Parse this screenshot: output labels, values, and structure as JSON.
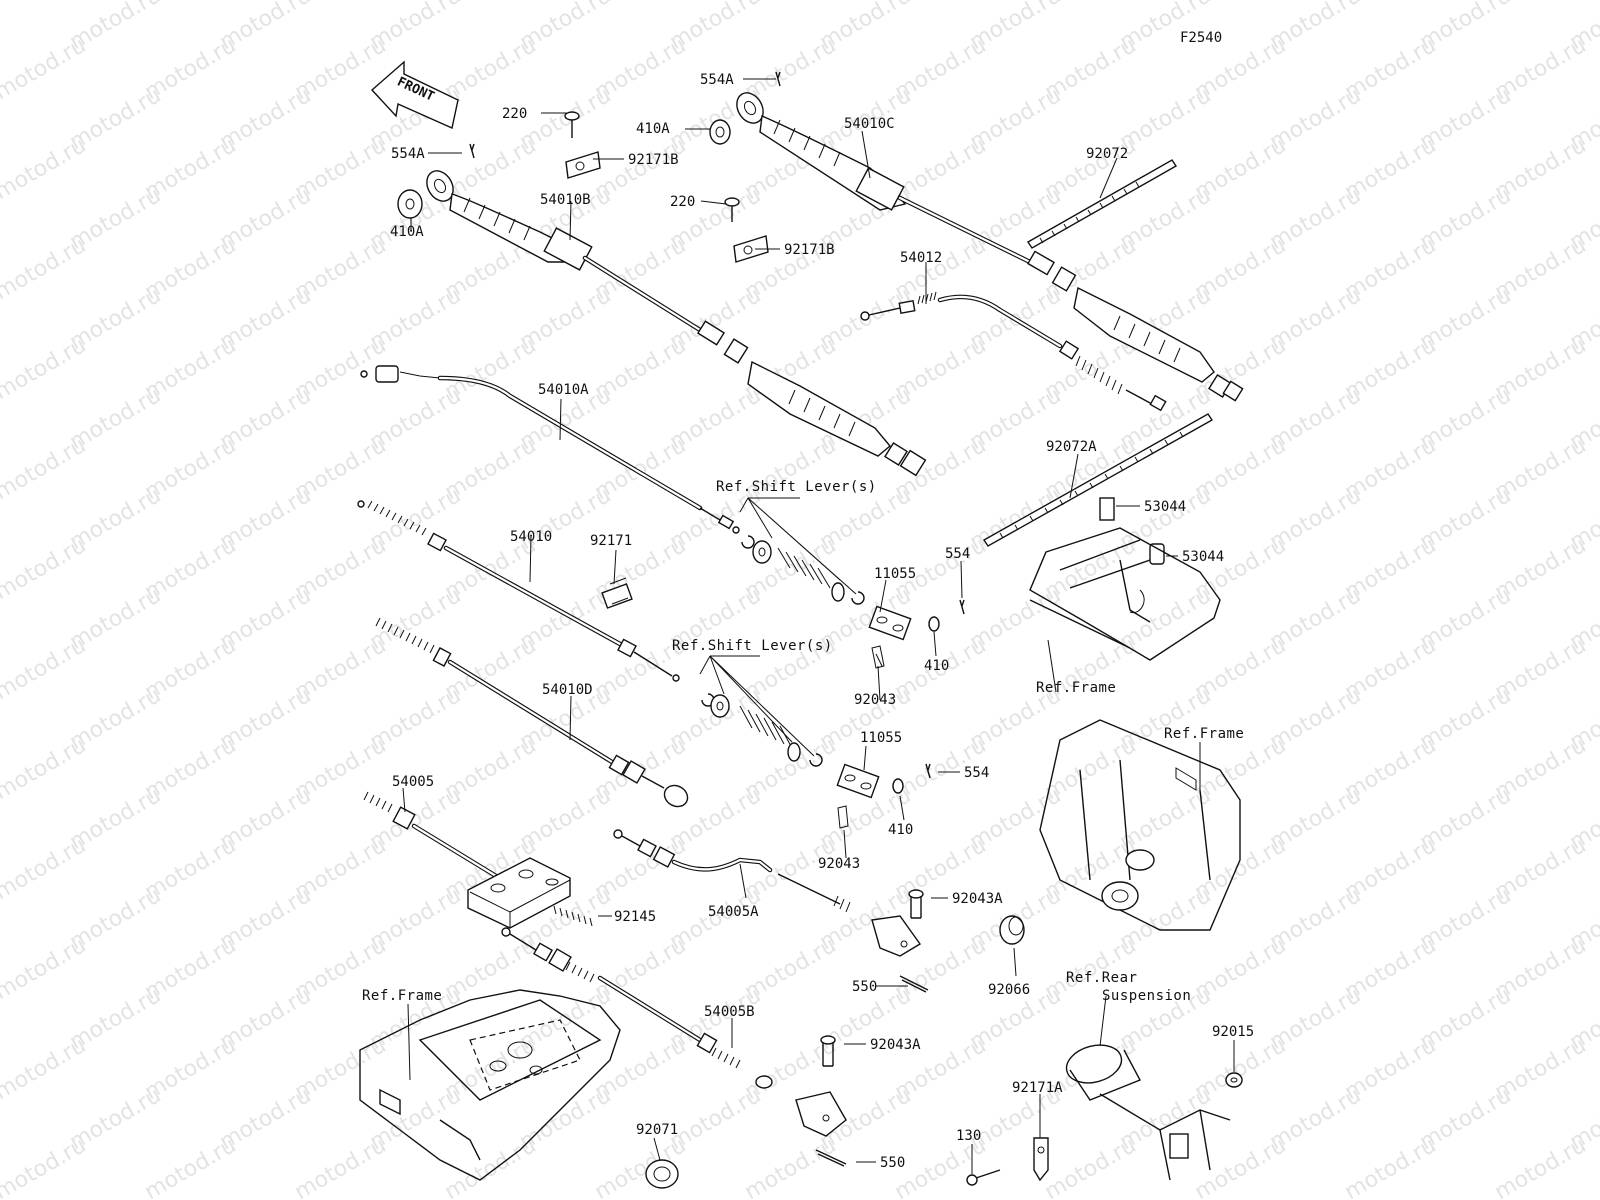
{
  "diagram_code": "F2540",
  "watermark_text": "motod.ru",
  "front_label": "FRONT",
  "part_labels": {
    "p554A_top": "554A",
    "p554A_left": "554A",
    "p220_a": "220",
    "p220_b": "220",
    "p410A_a": "410A",
    "p410A_b": "410A",
    "p92171B_a": "92171B",
    "p92171B_b": "92171B",
    "p54010C": "54010C",
    "p54010B": "54010B",
    "p92072": "92072",
    "p54012": "54012",
    "p54010A": "54010A",
    "p92072A": "92072A",
    "p53044_a": "53044",
    "p53044_b": "53044",
    "p54010": "54010",
    "p92171": "92171",
    "p11055_a": "11055",
    "p11055_b": "11055",
    "p554_a": "554",
    "p554_b": "554",
    "p410_a": "410",
    "p410_b": "410",
    "p92043_a": "92043",
    "p92043_b": "92043",
    "p54010D": "54010D",
    "p54005": "54005",
    "p92145": "92145",
    "p54005A": "54005A",
    "p92043A_a": "92043A",
    "p92043A_b": "92043A",
    "p550_a": "550",
    "p550_b": "550",
    "p92066": "92066",
    "p54005B": "54005B",
    "p92071": "92071",
    "p92015": "92015",
    "p92171A": "92171A",
    "p130": "130"
  },
  "ref_labels": {
    "shift_lever_1": "Ref.Shift Lever(s)",
    "shift_lever_2": "Ref.Shift Lever(s)",
    "frame_1": "Ref.Frame",
    "frame_2": "Ref.Frame",
    "frame_3": "Ref.Frame",
    "rear_suspension_1": "Ref.Rear",
    "rear_suspension_2": "Suspension"
  }
}
